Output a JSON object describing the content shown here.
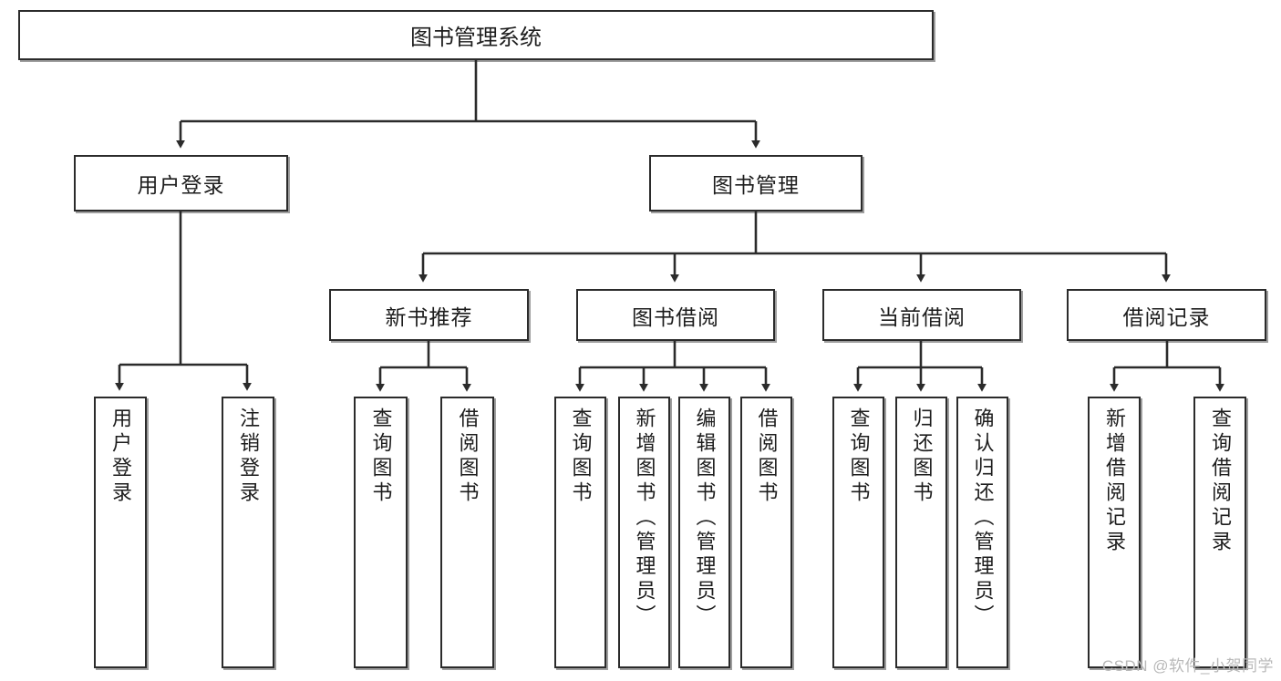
{
  "diagram": {
    "type": "tree",
    "title_node": {
      "label": "图书管理系统"
    },
    "level2": [
      {
        "label": "用户登录"
      },
      {
        "label": "图书管理"
      }
    ],
    "level3": [
      {
        "label": "新书推荐"
      },
      {
        "label": "图书借阅"
      },
      {
        "label": "当前借阅"
      },
      {
        "label": "借阅记录"
      }
    ],
    "leaves": {
      "user_login": [
        {
          "label": "用户登录"
        },
        {
          "label": "注销登录"
        }
      ],
      "new_book_recommend": [
        {
          "label": "查询图书"
        },
        {
          "label": "借阅图书"
        }
      ],
      "book_borrow": [
        {
          "label": "查询图书"
        },
        {
          "label": "新增图书（管理员）"
        },
        {
          "label": "编辑图书（管理员）"
        },
        {
          "label": "借阅图书"
        }
      ],
      "current_borrow": [
        {
          "label": "查询图书"
        },
        {
          "label": "归还图书"
        },
        {
          "label": "确认归还（管理员）"
        }
      ],
      "borrow_record": [
        {
          "label": "新增借阅记录"
        },
        {
          "label": "查询借阅记录"
        }
      ]
    }
  },
  "watermark": {
    "text": "CSDN @软件_小贺同学"
  },
  "colors": {
    "stroke": "#2b2b2b",
    "background": "#ffffff",
    "text": "#1d1d1d",
    "watermark": "#b9b9b9"
  }
}
